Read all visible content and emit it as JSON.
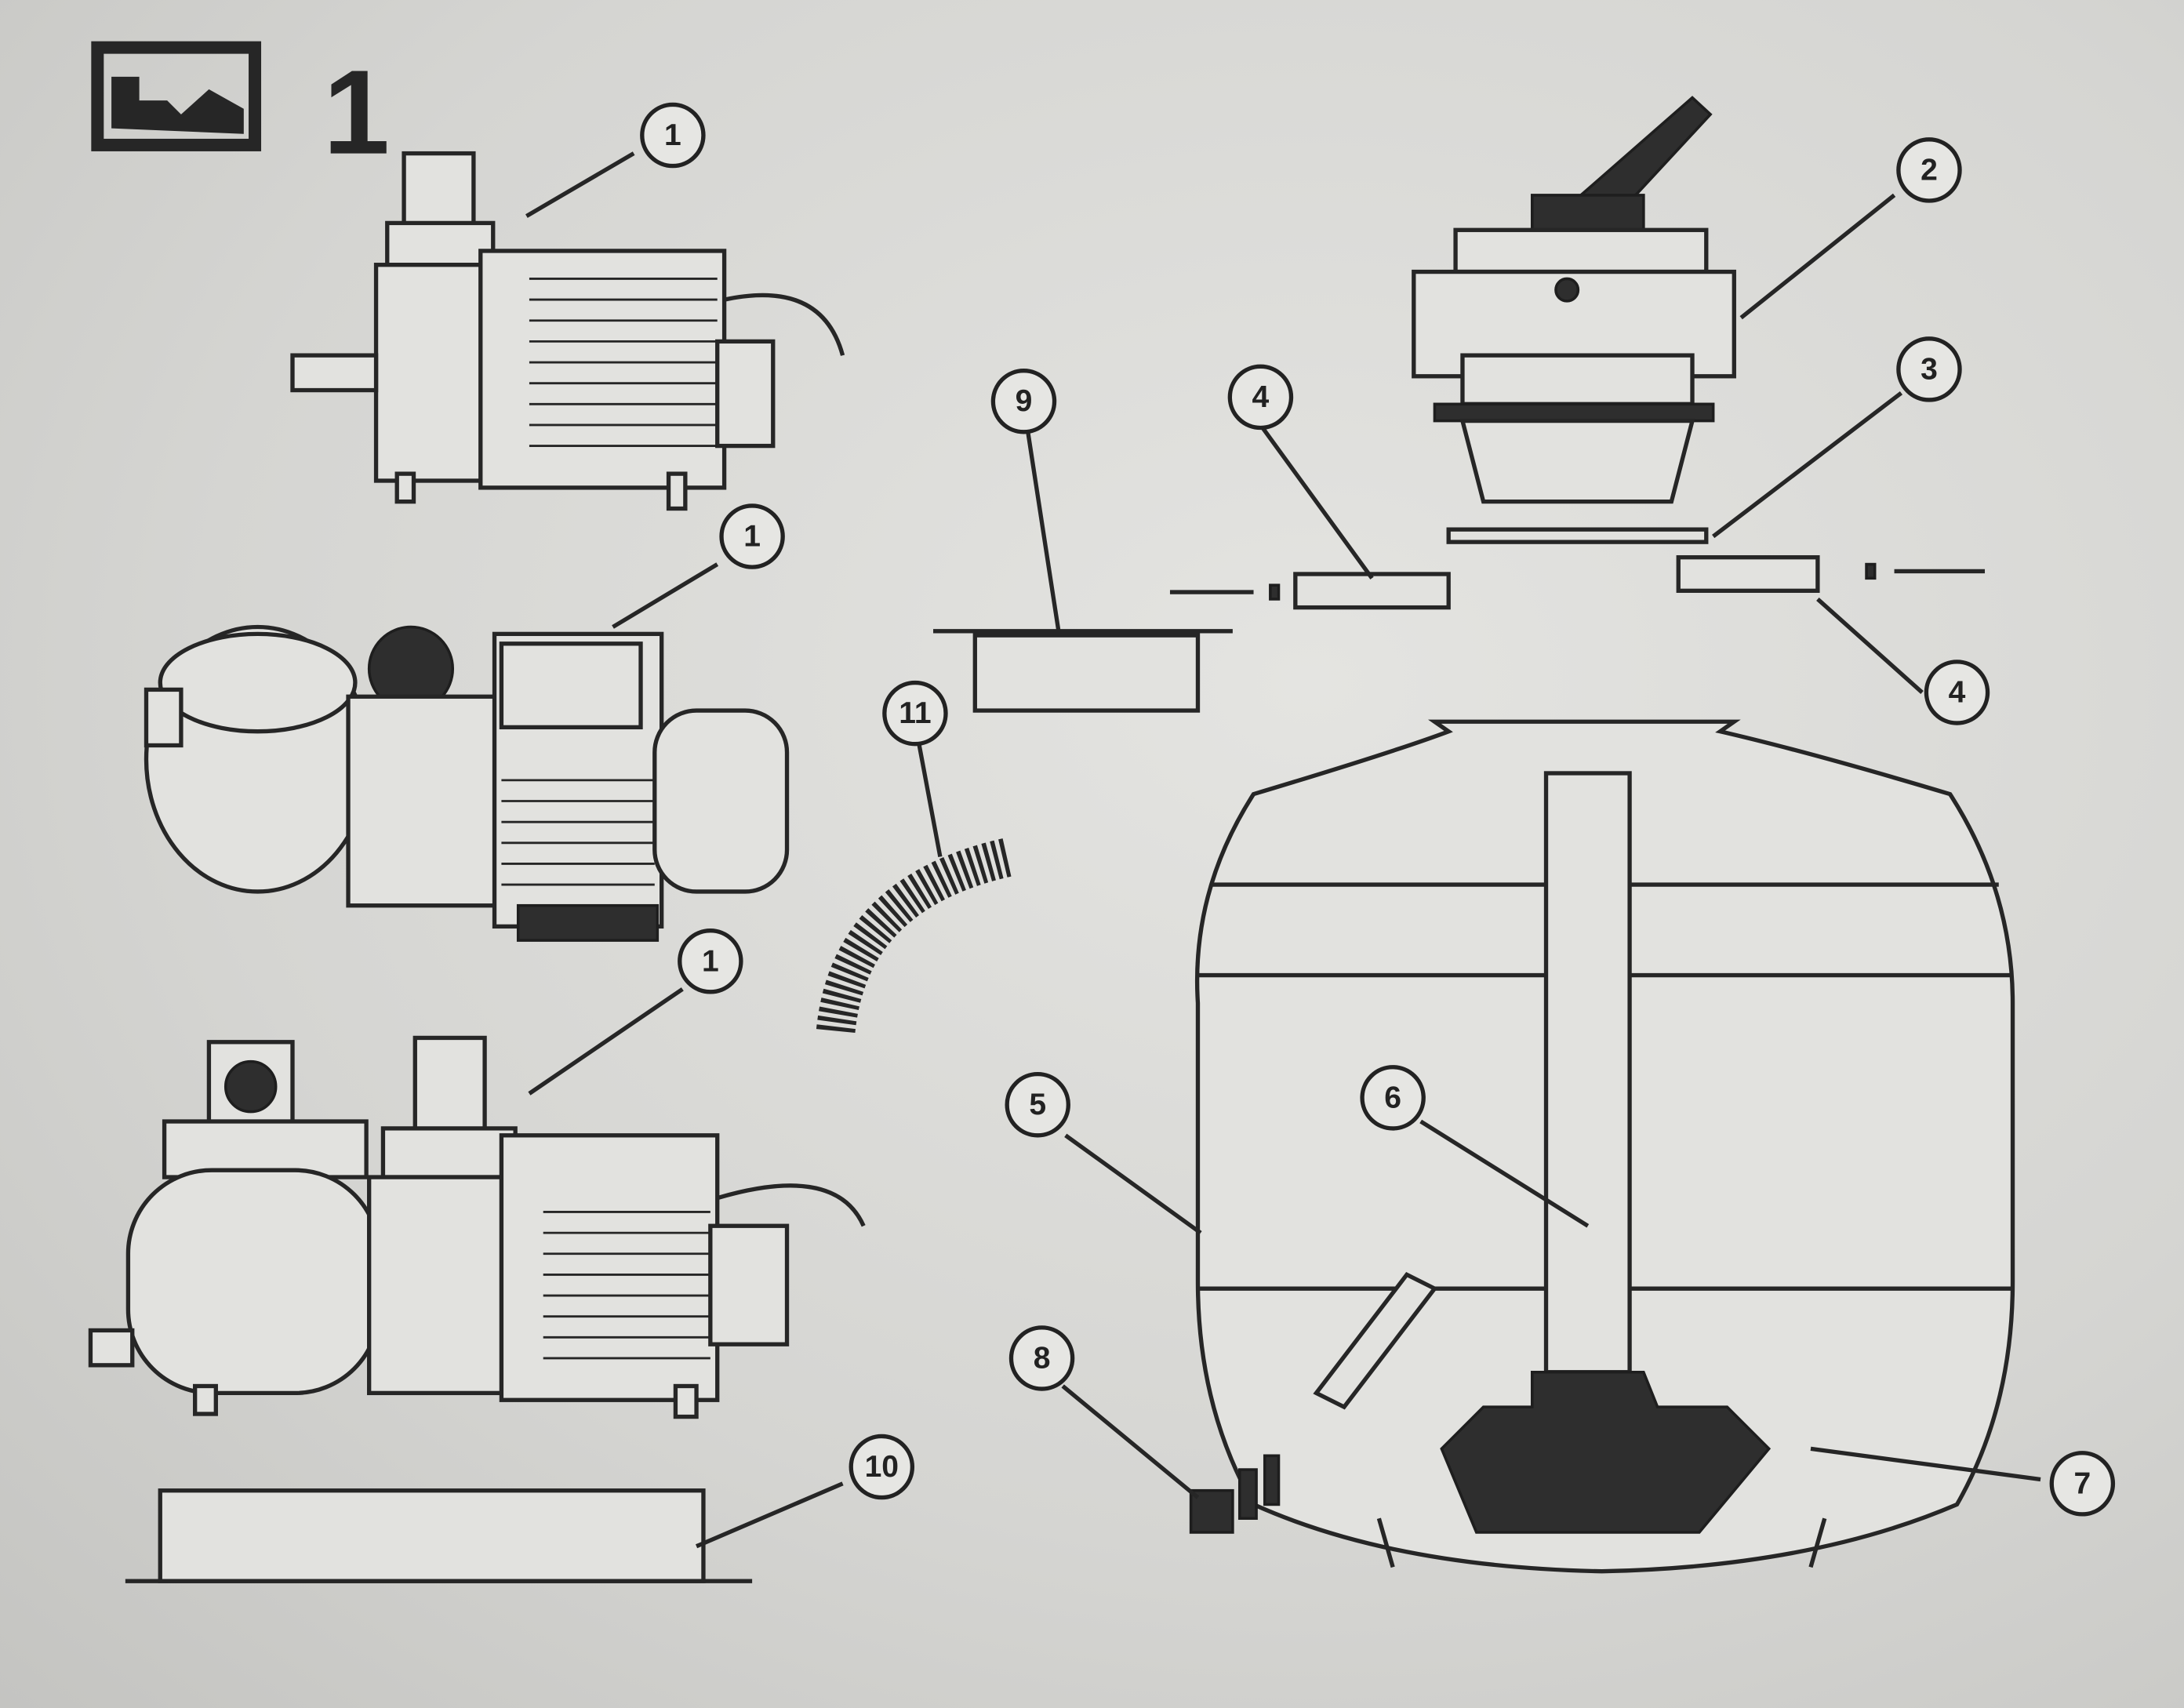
{
  "figure": {
    "label": "1",
    "icon": "image-icon"
  },
  "callouts": [
    "1",
    "1",
    "1",
    "2",
    "3",
    "4",
    "4",
    "5",
    "6",
    "7",
    "8",
    "9",
    "10",
    "11"
  ],
  "colors": {
    "ink": "#262626",
    "paper": "#d8d8d5"
  }
}
